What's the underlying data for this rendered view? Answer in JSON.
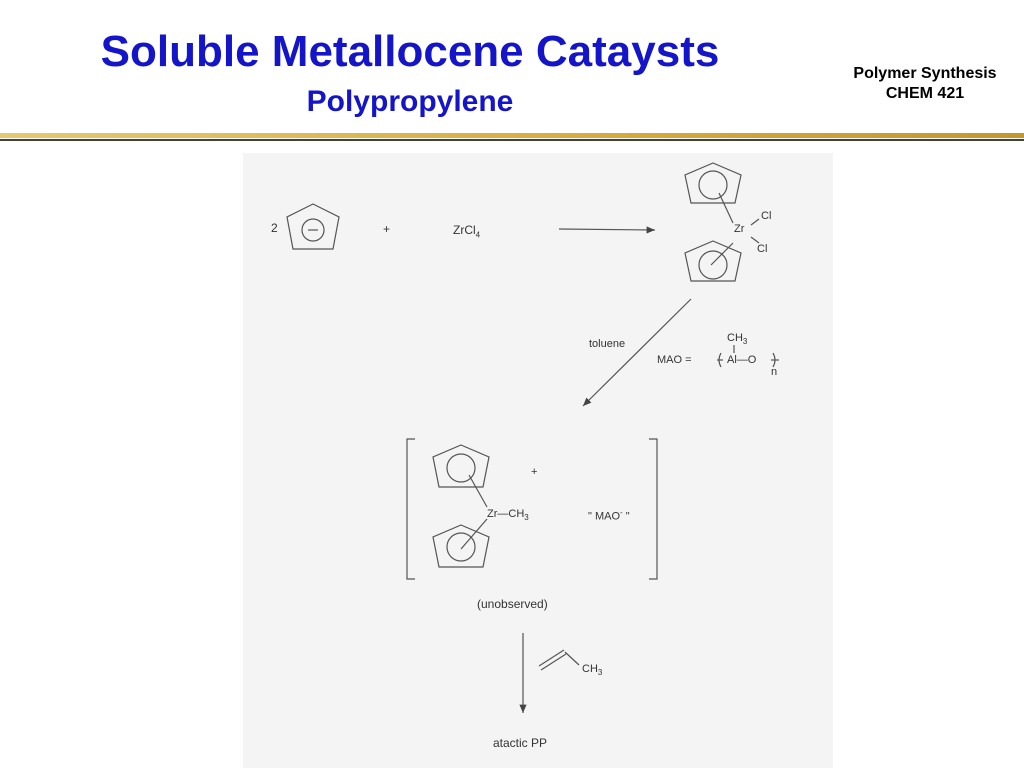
{
  "slide": {
    "title": "Soluble Metallocene Cataysts",
    "subtitle": "Polypropylene",
    "course_line1": "Polymer Synthesis",
    "course_line2": "CHEM 421"
  },
  "scheme": {
    "coef": "2",
    "plus1": "+",
    "zrcl4_main": "ZrCl",
    "zrcl4_sub": "4",
    "zr": "Zr",
    "cl_top": "Cl",
    "cl_bottom": "Cl",
    "toluene": "toluene",
    "mao_eq": "MAO =",
    "mao_ch3": "CH",
    "mao_ch3_sub": "3",
    "mao_chain": "Al—O",
    "mao_n": "n",
    "charge_plus": "+",
    "zr_ch3": "Zr—CH",
    "zr_ch3_sub": "3",
    "mao_anion": "\" MAO",
    "mao_anion_sup": "-",
    "mao_anion_end": " \"",
    "unobserved": "(unobserved)",
    "propylene_ch3": "CH",
    "propylene_ch3_sub": "3",
    "product": "atactic  PP"
  }
}
